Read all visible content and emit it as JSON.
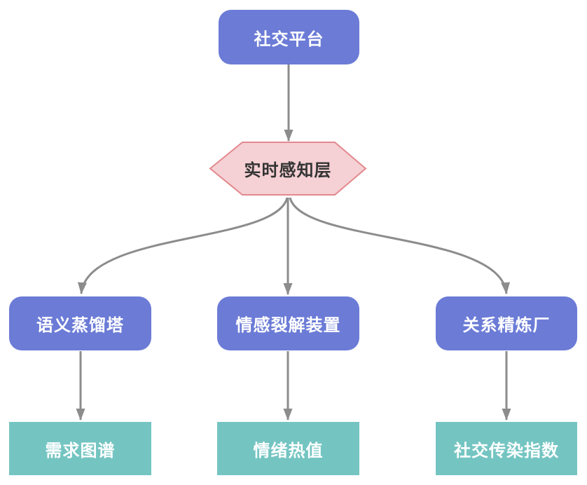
{
  "colors": {
    "primary": "#6B7BD6",
    "teal": "#74C5C2",
    "hex-fill": "#F5D0D4",
    "hex-border": "#E2898E",
    "arrow": "#8C8C8C"
  },
  "nodes": {
    "platform": "社交平台",
    "perception": "实时感知层",
    "semantic_tower": "语义蒸馏塔",
    "emotion_cracker": "情感裂解装置",
    "relation_refinery": "关系精炼厂",
    "demand_graph": "需求图谱",
    "emotion_heat": "情绪热值",
    "contagion_index": "社交传染指数"
  }
}
